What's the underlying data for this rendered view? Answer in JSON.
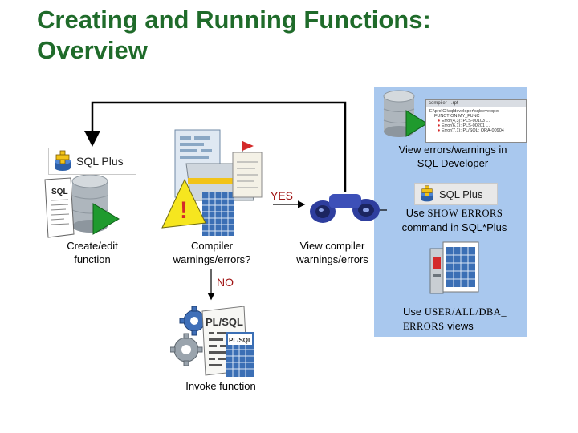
{
  "title": {
    "line1": "Creating and Running Functions:",
    "line2": "Overview"
  },
  "steps": {
    "create": "Create/edit function",
    "compile": "Compiler warnings/errors?",
    "view": "View compiler warnings/errors",
    "invoke": "Invoke function"
  },
  "decisions": {
    "yes": "YES",
    "no": "NO"
  },
  "panel": {
    "sqldev_caption": "View errors/warnings in SQL Developer",
    "show_errors_prefix": "Use",
    "show_errors_code": "SHOW ERRORS",
    "show_errors_suffix": "command in SQL*Plus",
    "views_prefix": "Use",
    "views_code_line1": "USER/ALL/DBA_",
    "views_code_line2": "ERRORS",
    "views_suffix": "views"
  },
  "badges": {
    "sqlplus": "SQL Plus"
  },
  "icon_text": {
    "sql_doc": "SQL",
    "plsql_main": "PL/SQL",
    "plsql_small": "PL/SQL"
  },
  "screenshot": {
    "title": "compiler - .rpt",
    "rows": [
      "E:\\pro\\C:\\sqldeveloper\\sqldeveloper",
      "FUNCTION MY_FUNC",
      "Error(4,3): PLS-00103 ...",
      "Error(6,1): PLS-00201 ...",
      "Error(7,1): PL/SQL: ORA-00904"
    ]
  },
  "colors": {
    "title": "#1f6b2a",
    "panel_background": "#a9c8ee",
    "decision_text": "#a01414",
    "play_arrow": "#1f9a2e",
    "database": "#aeb6bd"
  }
}
